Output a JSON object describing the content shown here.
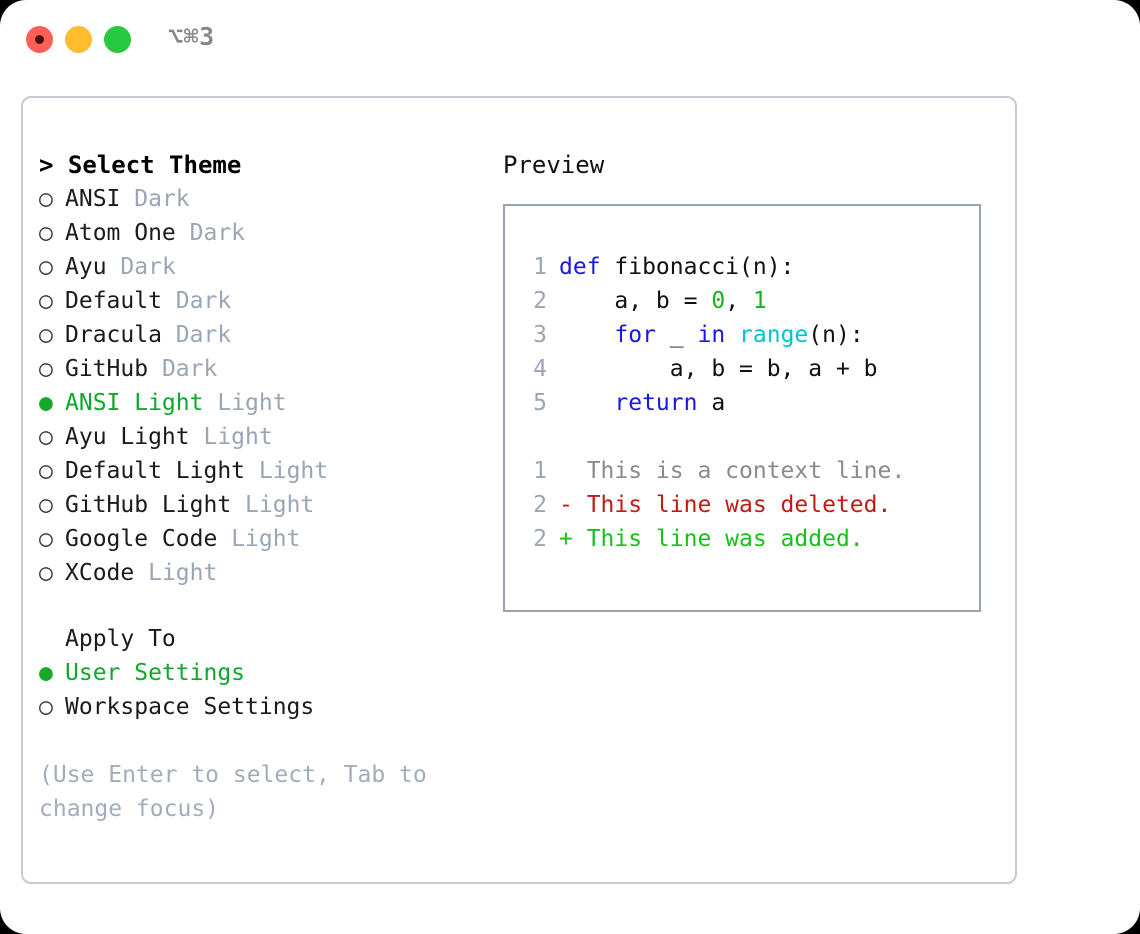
{
  "window": {
    "shortcut": "⌥⌘3",
    "traffic_lights": [
      {
        "name": "close",
        "color": "#ff5f56"
      },
      {
        "name": "minimize",
        "color": "#ffbd2e"
      },
      {
        "name": "maximize",
        "color": "#27c93f"
      }
    ]
  },
  "theme_panel": {
    "header": "> Select Theme",
    "bullet_selected": "●",
    "bullet_unselected": "○",
    "selected_color": "#0ea82b",
    "items": [
      {
        "name": "ANSI",
        "kind": "Dark",
        "selected": false
      },
      {
        "name": "Atom One",
        "kind": "Dark",
        "selected": false
      },
      {
        "name": "Ayu",
        "kind": "Dark",
        "selected": false
      },
      {
        "name": "Default",
        "kind": "Dark",
        "selected": false
      },
      {
        "name": "Dracula",
        "kind": "Dark",
        "selected": false
      },
      {
        "name": "GitHub",
        "kind": "Dark",
        "selected": false
      },
      {
        "name": "ANSI Light",
        "kind": "Light",
        "selected": true
      },
      {
        "name": "Ayu Light",
        "kind": "Light",
        "selected": false
      },
      {
        "name": "Default Light",
        "kind": "Light",
        "selected": false
      },
      {
        "name": "GitHub Light",
        "kind": "Light",
        "selected": false
      },
      {
        "name": "Google Code",
        "kind": "Light",
        "selected": false
      },
      {
        "name": "XCode",
        "kind": "Light",
        "selected": false
      }
    ]
  },
  "apply_to": {
    "header": "Apply To",
    "options": [
      {
        "label": "User Settings",
        "selected": true
      },
      {
        "label": "Workspace Settings",
        "selected": false
      }
    ]
  },
  "hint": "(Use Enter to select, Tab to change focus)",
  "preview": {
    "header": "Preview",
    "code_lines": [
      {
        "number": "1",
        "tokens": [
          {
            "t": "def",
            "c": "kw"
          },
          {
            "t": " fibonacci(n):",
            "c": ""
          }
        ]
      },
      {
        "number": "2",
        "tokens": [
          {
            "t": "    a, b = ",
            "c": ""
          },
          {
            "t": "0",
            "c": "num"
          },
          {
            "t": ", ",
            "c": ""
          },
          {
            "t": "1",
            "c": "num"
          }
        ]
      },
      {
        "number": "3",
        "tokens": [
          {
            "t": "    ",
            "c": ""
          },
          {
            "t": "for",
            "c": "kw"
          },
          {
            "t": " _ ",
            "c": ""
          },
          {
            "t": "in",
            "c": "kw"
          },
          {
            "t": " ",
            "c": ""
          },
          {
            "t": "range",
            "c": "fn"
          },
          {
            "t": "(n):",
            "c": ""
          }
        ]
      },
      {
        "number": "4",
        "tokens": [
          {
            "t": "        a, b = b, a + b",
            "c": ""
          }
        ]
      },
      {
        "number": "5",
        "tokens": [
          {
            "t": "    ",
            "c": ""
          },
          {
            "t": "return",
            "c": "kw"
          },
          {
            "t": " a",
            "c": ""
          }
        ]
      }
    ],
    "diff_lines": [
      {
        "number": "1",
        "text": "  This is a context line.",
        "style": "diff-context"
      },
      {
        "number": "2",
        "text": "- This line was deleted.",
        "style": "diff-del"
      },
      {
        "number": "2",
        "text": "+ This line was added.",
        "style": "diff-add"
      }
    ]
  }
}
